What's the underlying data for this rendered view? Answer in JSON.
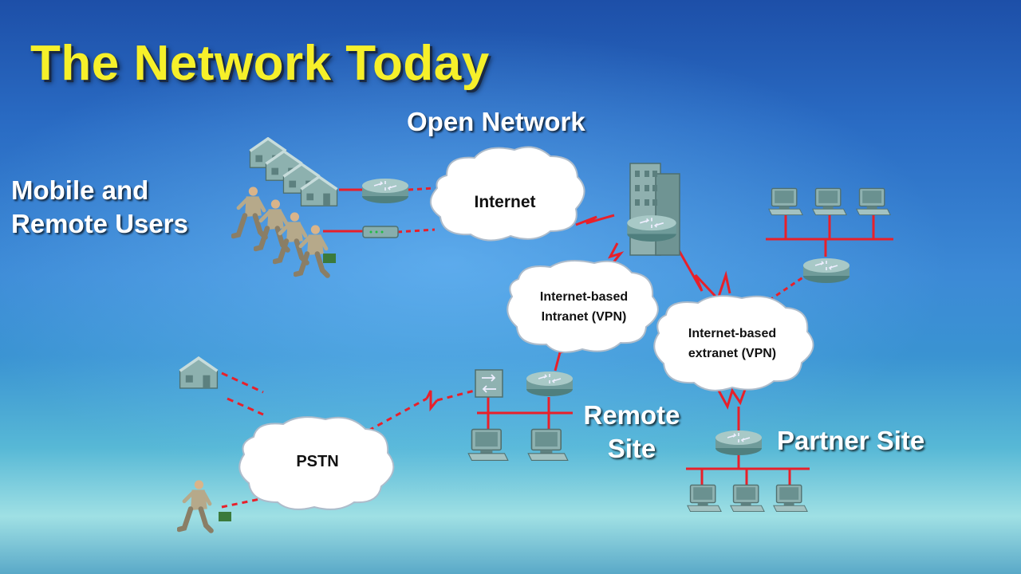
{
  "slide": {
    "title": "The Network Today"
  },
  "labels": {
    "open_network": "Open Network",
    "mobile_remote_line1": "Mobile and",
    "mobile_remote_line2": "Remote Users",
    "remote_site_line1": "Remote",
    "remote_site_line2": "Site",
    "partner_site": "Partner Site"
  },
  "clouds": {
    "internet": "Internet",
    "intranet_line1": "Internet-based",
    "intranet_line2": "Intranet (VPN)",
    "extranet_line1": "Internet-based",
    "extranet_line2": "extranet (VPN)",
    "pstn": "PSTN"
  },
  "colors": {
    "title": "#f6f02a",
    "link_red": "#e8202a",
    "device_teal": "#7aa7a6",
    "cloud_fill": "#ffffff"
  },
  "icons": [
    "house-icon",
    "router-icon",
    "modem-icon",
    "building-icon",
    "pc-icon",
    "switch-icon",
    "mobile-user-icon"
  ]
}
